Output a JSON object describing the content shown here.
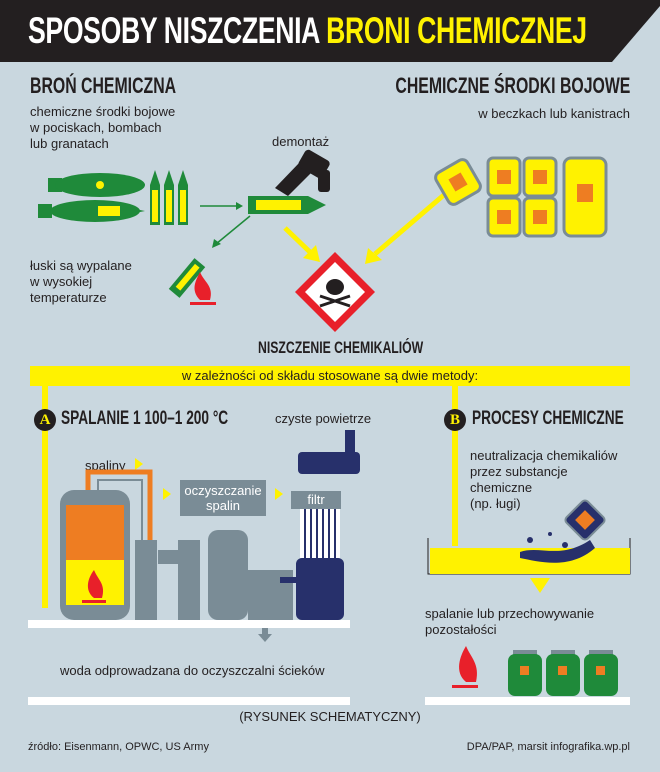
{
  "title": {
    "part1": "SPOSOBY NISZCZENIA ",
    "part2": "BRONI CHEMICZNEJ"
  },
  "left_section": {
    "heading": "BROŃ CHEMICZNA",
    "desc": [
      "chemiczne środki bojowe",
      "w pociskach, bombach",
      "lub granatach"
    ],
    "dismantle_label": "demontaż",
    "shells_note": [
      "łuski są wypalane",
      "w wysokiej",
      "temperaturze"
    ]
  },
  "right_section": {
    "heading": "CHEMICZNE ŚRODKI BOJOWE",
    "desc": "w beczkach lub kanistrach"
  },
  "center_label": "NISZCZENIE CHEMIKALIÓW",
  "methods_bar": "w zależności od składu stosowane są dwie metody:",
  "method_a": {
    "badge": "A",
    "heading": "SPALANIE 1 100–1 200 °C",
    "clean_air": "czyste powietrze",
    "exhaust": "spaliny",
    "exhaust_cleaning": [
      "oczyszczanie",
      "spalin"
    ],
    "filter": "filtr",
    "water": "woda odprowadzana do oczyszczalni ścieków"
  },
  "method_b": {
    "badge": "B",
    "heading": "PROCESY CHEMICZNE",
    "desc": [
      "neutralizacja chemikaliów",
      "przez substancje",
      "chemiczne",
      "(np. ługi)"
    ],
    "result": [
      "spalanie lub przechowywanie",
      "pozostałości"
    ]
  },
  "schematic_note": "(RYSUNEK SCHEMATYCZNY)",
  "footer": {
    "source": "źródło: Eisenmann, OPWC, US Army",
    "credit": "DPA/PAP, marsit infografika.wp.pl"
  },
  "colors": {
    "background": "#c9d7df",
    "header": "#231f20",
    "accent_yellow": "#fff200",
    "green": "#1f8a3a",
    "orange": "#ee7d22",
    "navy": "#27306b",
    "grey": "#7a8c96"
  }
}
